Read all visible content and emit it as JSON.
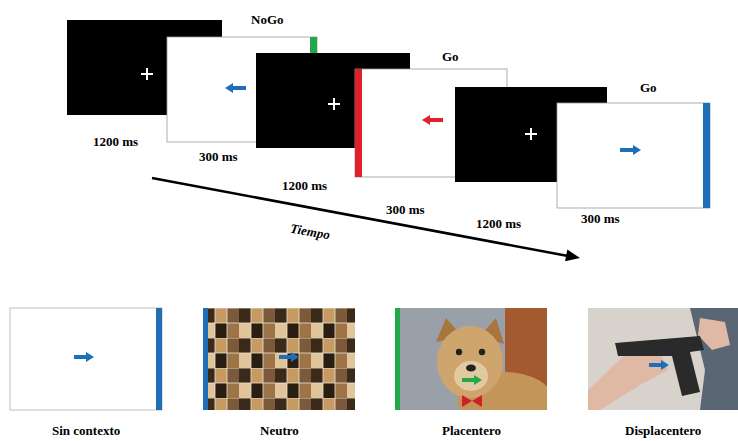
{
  "diagram": {
    "labels": [
      "NoGo",
      "1200 ms",
      "300 ms",
      "Go",
      "1200 ms",
      "300 ms",
      "Go",
      "1200 ms",
      "300 ms",
      "Tiempo",
      "Sin contexto",
      "Neutro",
      "Placentero",
      "Displacentero"
    ]
  }
}
